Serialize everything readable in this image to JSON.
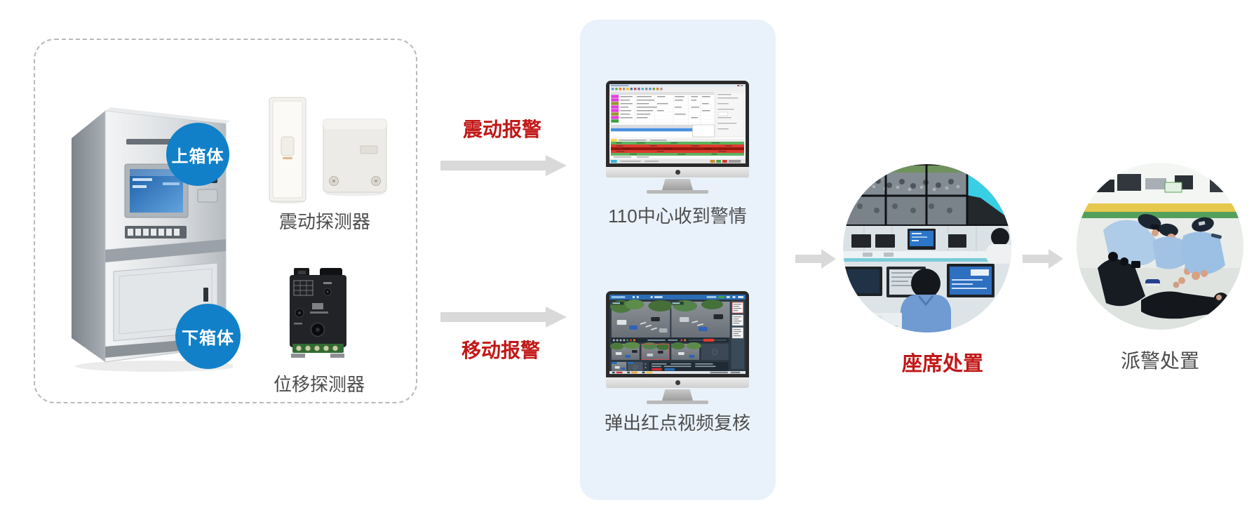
{
  "atm_group": {
    "upper_box": "上箱体",
    "lower_box": "下箱体",
    "vibration_detector": "震动探测器",
    "displacement_detector": "位移探测器"
  },
  "flow_labels": {
    "vibration_alarm": "震动报警",
    "movement_alarm": "移动报警"
  },
  "center_panel": {
    "monitor1_caption": "110中心收到警情",
    "monitor2_caption": "弹出红点视频复核"
  },
  "right_steps": {
    "seat_disposal": "座席处置",
    "police_disposal": "派警处置"
  },
  "colors": {
    "accent_blue": "#1180C8",
    "alarm_red": "#C21717",
    "text_gray": "#4D4D4D",
    "arrow_gray": "#D9D9D9",
    "panel_blue": "#E9F2FA",
    "dashed_border": "#B9B9B9"
  },
  "icons": {
    "atm": "atm-machine-photo",
    "vibration_sensor_strip": "white-strip-sensor-photo",
    "vibration_sensor_box": "white-box-sensor-photo",
    "displacement_sensor": "black-module-sensor-photo",
    "monitor1_screen": "alarm-console-software",
    "monitor2_screen": "video-surveillance-software",
    "circle1": "control-room-photo",
    "circle2": "police-arrest-photo",
    "arrow": "right-flow-arrow"
  }
}
